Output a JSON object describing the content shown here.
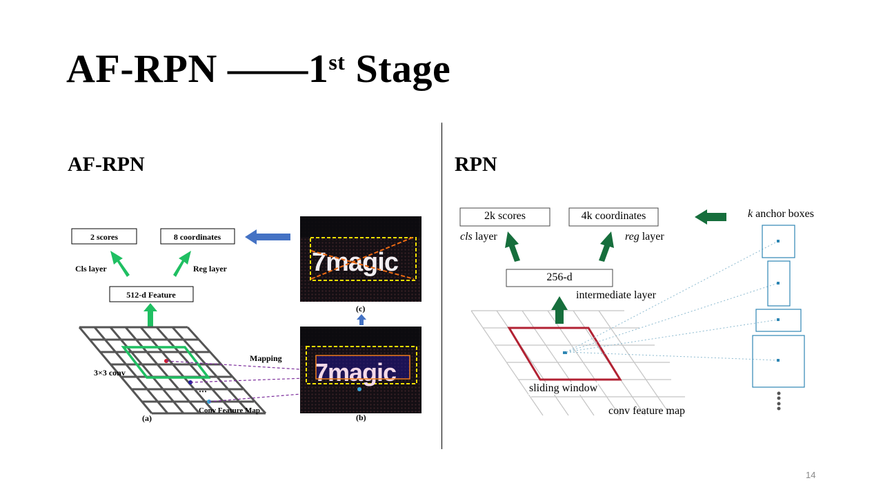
{
  "slide": {
    "title_main": "AF-RPN  ——1",
    "title_sup": "st",
    "title_end": " Stage",
    "left_heading": "AF-RPN",
    "right_heading": "RPN",
    "page_number": "14"
  },
  "af_rpn": {
    "scores_box": "2 scores",
    "coords_box": "8 coordinates",
    "feature_box": "512-d Feature",
    "cls_label": "Cls layer",
    "reg_label": "Reg layer",
    "conv_label": "3×3 conv",
    "mapping_label": "Mapping",
    "feature_map_label": "Conv Feature Map",
    "dots_label": "⋯",
    "caption_a": "(a)",
    "caption_b": "(b)",
    "caption_c": "(c)",
    "sign_text_c": "7magic",
    "sign_text_b": "7magic"
  },
  "rpn": {
    "scores_box": "2k scores",
    "coords_box": "4k coordinates",
    "cls_label_em": "cls",
    "cls_label": " layer",
    "reg_label_em": "reg",
    "reg_label": " layer",
    "intermediate_box": "256-d",
    "intermediate_label": "intermediate layer",
    "anchor_label_em": "k",
    "anchor_label": " anchor boxes",
    "sliding_label": "sliding window",
    "feature_map_label": "conv feature map"
  },
  "colors": {
    "green_arrow": "#1fbf62",
    "dark_green_arrow": "#166e3c",
    "blue_arrow": "#4472c4",
    "window_red": "#b22233",
    "anchor_blue": "#2e86b3",
    "mapping_purple": "#7a2a9a"
  }
}
